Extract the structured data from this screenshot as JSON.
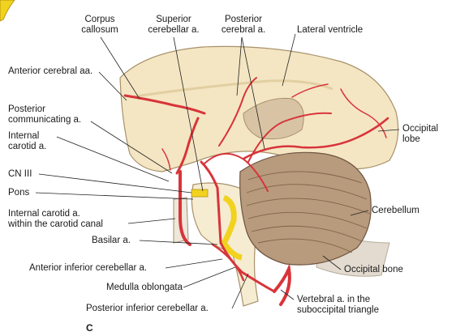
{
  "labels": {
    "corpus_callosum": [
      "Corpus",
      "callosum"
    ],
    "superior_cerebellar": [
      "Superior",
      "cerebellar a."
    ],
    "posterior_cerebral": [
      "Posterior",
      "cerebral a."
    ],
    "lateral_ventricle": "Lateral ventricle",
    "anterior_cerebral": "Anterior cerebral aa.",
    "posterior_communicating": [
      "Posterior",
      "communicating a."
    ],
    "internal_carotid": [
      "Internal",
      "carotid a."
    ],
    "occipital_lobe": [
      "Occipital",
      "lobe"
    ],
    "cn_iii": "CN III",
    "pons": "Pons",
    "cerebellum": "Cerebellum",
    "internal_carotid_canal": [
      "Internal carotid a.",
      "within the carotid canal"
    ],
    "basilar": "Basilar a.",
    "occipital_bone": "Occipital bone",
    "aica": "Anterior inferior cerebellar a.",
    "medulla": "Medulla oblongata",
    "vertebral": [
      "Vertebral a. in the",
      "suboccipital triangle"
    ],
    "pica": "Posterior inferior cerebellar a."
  },
  "panel_letter": "C",
  "colors": {
    "artery": "#d8343a",
    "brain": "#f4e6c3",
    "cerebellum": "#b89a7c",
    "yellow": "#f1d21e",
    "bone": "#e0d8cc"
  }
}
